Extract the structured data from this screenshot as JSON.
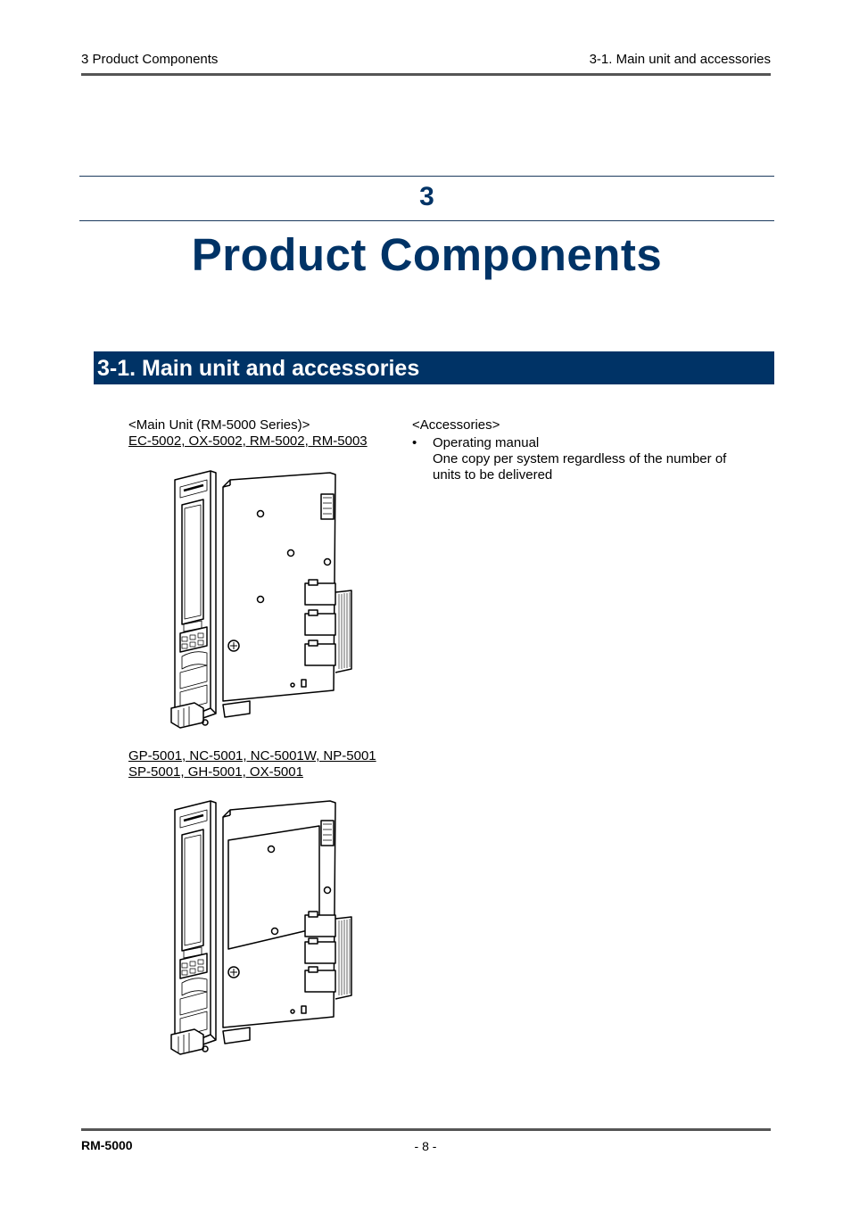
{
  "header": {
    "left": "3 Product Components",
    "right": "3-1. Main unit and accessories"
  },
  "chapter": {
    "number": "3",
    "title": "Product Components"
  },
  "section": {
    "title": "3-1. Main unit and accessories"
  },
  "main_unit": {
    "heading": "<Main Unit (RM-5000 Series)>",
    "group1_models": "EC-5002, OX-5002, RM-5002, RM-5003",
    "group2_models_line1": "GP-5001, NC-5001, NC-5001W, NP-5001",
    "group2_models_line2": "SP-5001, GH-5001, OX-5001"
  },
  "accessories": {
    "heading": "<Accessories>",
    "items": [
      {
        "bullet": "•",
        "title": "Operating manual",
        "note_line1": "One copy per system regardless of the number of",
        "note_line2": "units to be delivered"
      }
    ]
  },
  "footer": {
    "left": "RM-5000",
    "page": "- 8 -"
  }
}
